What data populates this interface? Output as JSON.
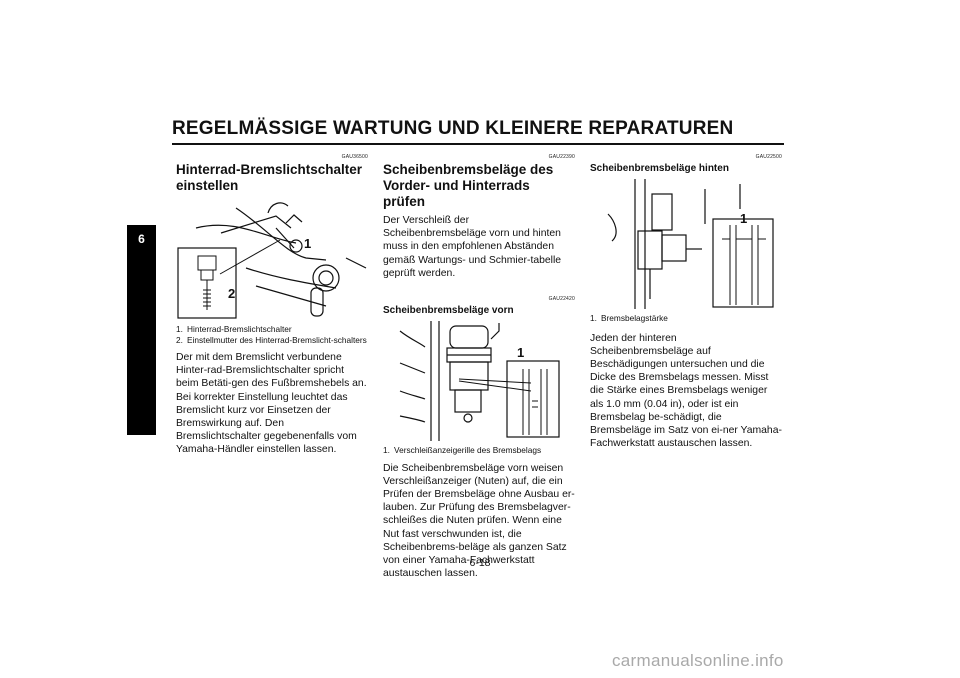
{
  "page": {
    "header": "REGELMÄSSIGE WARTUNG UND KLEINERE REPARATUREN",
    "chapter_tab": "6",
    "page_number": "6-18",
    "watermark": "carmanualsonline.info"
  },
  "col1": {
    "code": "GAU36500",
    "title": "Hinterrad-Bremslichtschalter einstellen",
    "figure_labels": [
      "1",
      "2"
    ],
    "captions": [
      {
        "num": "1.",
        "text": "Hinterrad-Bremslichtschalter"
      },
      {
        "num": "2.",
        "text": "Einstellmutter des Hinterrad-Bremslicht-schalters"
      }
    ],
    "body": "Der mit dem Bremslicht verbundene Hinter-rad-Bremslichtschalter spricht beim Betäti-gen des Fußbremshebels an. Bei korrekter Einstellung leuchtet das Bremslicht kurz vor Einsetzen der Bremswirkung auf. Den Bremslichtschalter gegebenenfalls vom Yamaha-Händler einstellen lassen."
  },
  "col2": {
    "code": "GAU22390",
    "title": "Scheibenbremsbeläge des Vorder- und Hinterrads prüfen",
    "intro": "Der Verschleiß der Scheibenbremsbeläge vorn und hinten muss in den empfohlenen Abständen gemäß Wartungs- und Schmier-tabelle geprüft werden.",
    "code2": "GAU22420",
    "subtitle": "Scheibenbremsbeläge vorn",
    "figure_label": "1",
    "caption": {
      "num": "1.",
      "text": "Verschleißanzeigerille des Bremsbelags"
    },
    "body": "Die Scheibenbremsbeläge vorn weisen Verschleißanzeiger (Nuten) auf, die ein Prüfen der Bremsbeläge ohne Ausbau er-lauben. Zur Prüfung des Bremsbelagver-schleißes die Nuten prüfen. Wenn eine Nut fast verschwunden ist, die Scheibenbrems-beläge als ganzen Satz von einer Yamaha-Fachwerkstatt austauschen lassen."
  },
  "col3": {
    "code": "GAU22500",
    "subtitle": "Scheibenbremsbeläge hinten",
    "figure_label": "1",
    "caption": {
      "num": "1.",
      "text": "Bremsbelagstärke"
    },
    "body": "Jeden der hinteren Scheibenbremsbeläge auf Beschädigungen untersuchen und die Dicke des Bremsbelags messen. Misst die Stärke eines Bremsbelags weniger als 1.0 mm (0.04 in), oder ist ein Bremsbelag be-schädigt, die Bremsbeläge im Satz von ei-ner Yamaha-Fachwerkstatt austauschen lassen."
  }
}
